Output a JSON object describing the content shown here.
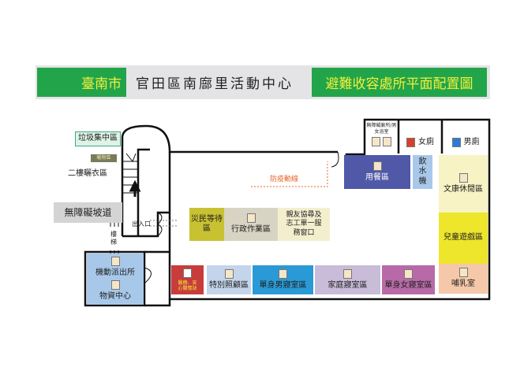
{
  "header": {
    "city": "臺南市",
    "venue": "官田區南廍里活動中心",
    "title": "避難收容處所平面配置圖"
  },
  "outside": {
    "garbage": "垃圾集中區",
    "drying_badge": "曬物區",
    "drying": "二樓曬衣區",
    "ramp": "無障礙坡道",
    "entrance": "出入口",
    "stairs": "樓梯",
    "epidemic_route": "防疫動線"
  },
  "rooms": {
    "police": "機動派出所",
    "supplies": "物資中心",
    "waiting": "災民等待區",
    "admin": "行政作業區",
    "service": "親友協尋及志工單一服務窗口",
    "dining": "用餐區",
    "water": "飲水機",
    "recreation": "文康休閒區",
    "kids": "兒童遊戲區",
    "nursing": "哺乳室",
    "medical": "醫療、安心關懷站",
    "special": "特別照顧區",
    "men": "單身男寢室區",
    "family": "家庭寢室區",
    "women": "單身女寢室區",
    "accessible_wc": "無障礙廁所/男女浴室",
    "female_wc": "女廁",
    "male_wc": "男廁"
  },
  "colors": {
    "green": "#22a54a",
    "yellow_text": "#f2ef3a",
    "route": "#e8662a"
  }
}
